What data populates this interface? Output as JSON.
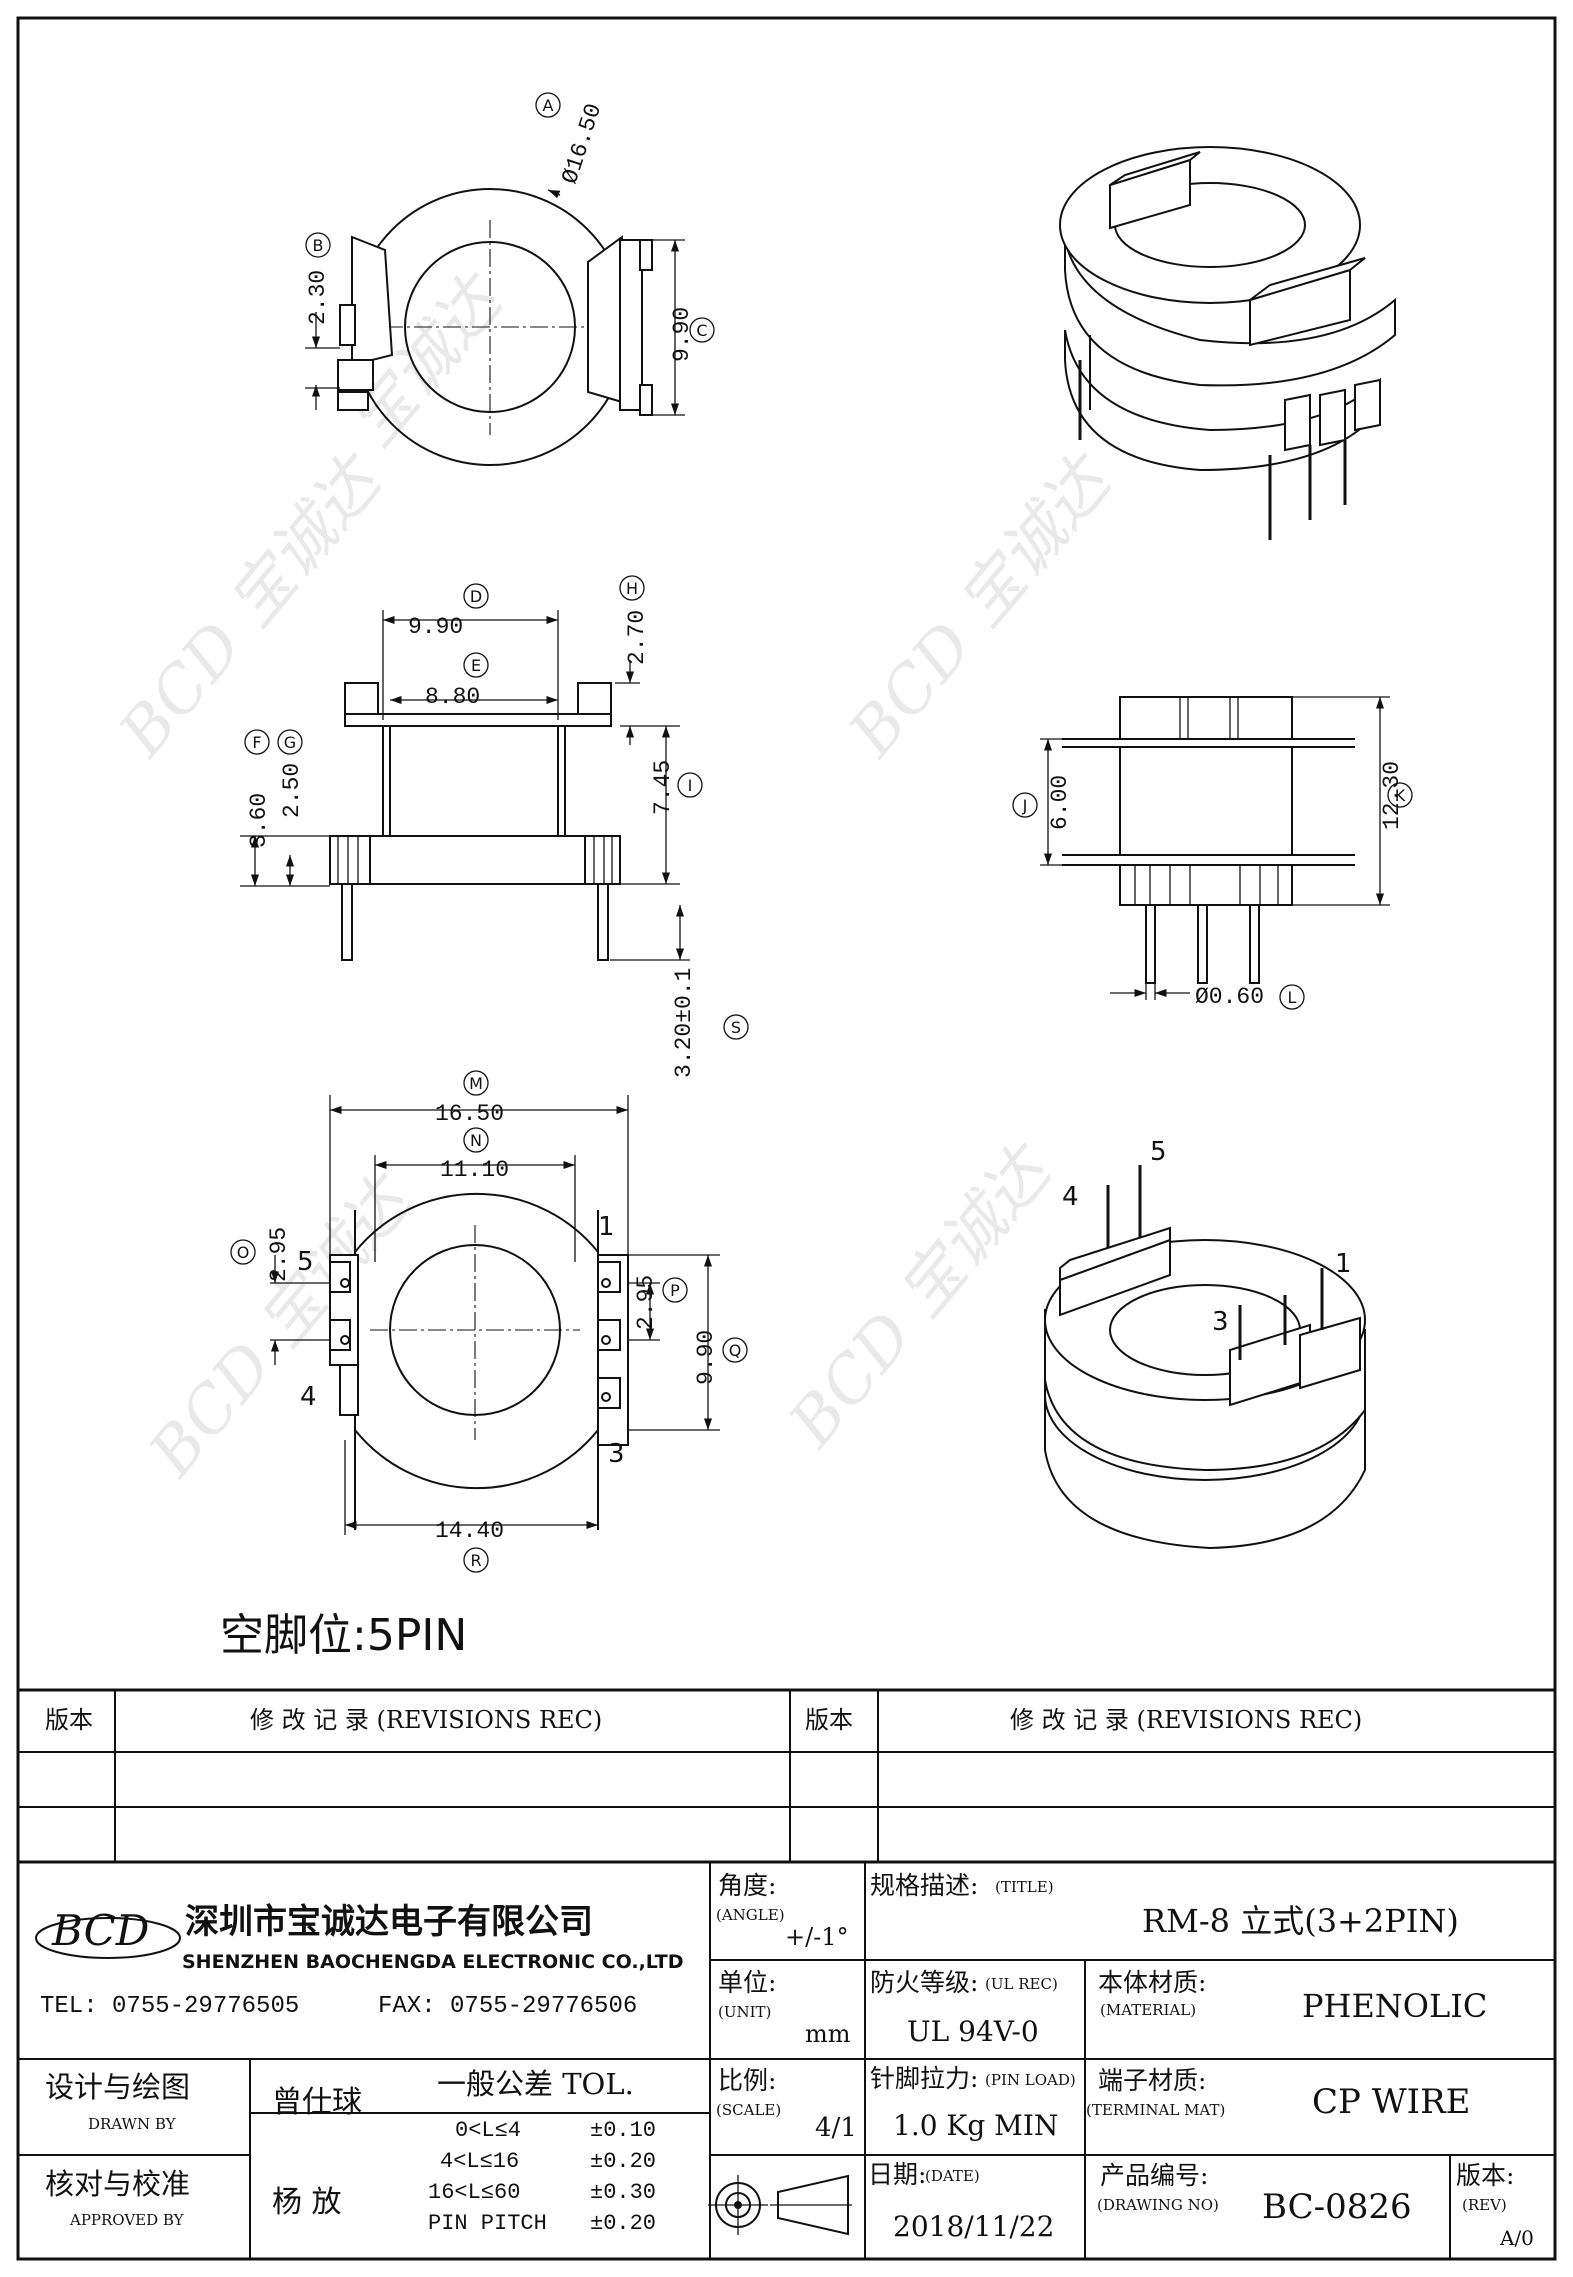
{
  "drawing": {
    "top_view": {
      "dim_a": "Ø16.50",
      "dim_b": "2.30",
      "dim_c": "9.90"
    },
    "front_view": {
      "dim_d": "9.90",
      "dim_e": "8.80",
      "dim_h": "2.70",
      "dim_f": "3.60",
      "dim_g": "2.50",
      "dim_i": "7.45",
      "dim_s": "3.20±0.1"
    },
    "side_view": {
      "dim_j": "6.00",
      "dim_k": "12.30",
      "dim_l": "Ø0.60"
    },
    "bottom_view": {
      "dim_m": "16.50",
      "dim_n": "11.10",
      "dim_o": "2.95",
      "dim_p": "2.95",
      "dim_q": "9.90",
      "dim_r": "14.40",
      "pins": [
        "1",
        "3",
        "4",
        "5"
      ]
    },
    "iso_pins": [
      "5",
      "4",
      "1",
      "3"
    ],
    "callouts": {
      "A": "A",
      "B": "B",
      "C": "C",
      "D": "D",
      "E": "E",
      "F": "F",
      "G": "G",
      "H": "H",
      "I": "I",
      "J": "J",
      "K": "K",
      "L": "L",
      "M": "M",
      "N": "N",
      "O": "O",
      "P": "P",
      "Q": "Q",
      "R": "R",
      "S": "S"
    },
    "note": "空脚位:5PIN"
  },
  "revisions": {
    "ver_header": "版本",
    "rec_header": "修 改 记 录 (REVISIONS REC)"
  },
  "company": {
    "logo": "BCD",
    "name_cn": "深圳市宝诚达电子有限公司",
    "name_en": "SHENZHEN BAOCHENGDA ELECTRONIC CO.,LTD",
    "tel": "TEL: 0755-29776505",
    "fax": "FAX: 0755-29776506"
  },
  "titleblock": {
    "angle_label": "角度:",
    "angle_en": "(ANGLE)",
    "angle_value": "+/-1°",
    "unit_label": "单位:",
    "unit_en": "(UNIT)",
    "unit_value": "mm",
    "scale_label": "比例:",
    "scale_en": "(SCALE)",
    "scale_value": "4/1",
    "title_label": "规格描述:",
    "title_en": "(TITLE)",
    "title_value": "RM-8 立式(3+2PIN)",
    "ul_label": "防火等级:",
    "ul_en": "(UL REC)",
    "ul_value": "UL 94V-0",
    "material_label": "本体材质:",
    "material_en": "(MATERIAL)",
    "material_value": "PHENOLIC",
    "pinload_label": "针脚拉力:",
    "pinload_en": "(PIN LOAD)",
    "pinload_value": "1.0 Kg MIN",
    "terminal_label": "端子材质:",
    "terminal_en": "(TERMINAL MAT)",
    "terminal_value": "CP WIRE",
    "date_label": "日期:",
    "date_en": "(DATE)",
    "date_value": "2018/11/22",
    "drawing_no_label": "产品编号:",
    "drawing_no_en": "(DRAWING NO)",
    "drawing_no_value": "BC-0826",
    "rev_label": "版本:",
    "rev_en": "(REV)",
    "rev_value": "A/0",
    "drawn_label": "设计与绘图",
    "drawn_en": "DRAWN BY",
    "drawn_name": "曾仕球",
    "approved_label": "核对与校准",
    "approved_en": "APPROVED BY",
    "approved_name": "杨 放",
    "tol_header": "一般公差 TOL.",
    "tol_rows": [
      {
        "range": "0<L≤4",
        "value": "±0.10"
      },
      {
        "range": "4<L≤16",
        "value": "±0.20"
      },
      {
        "range": "16<L≤60",
        "value": "±0.30"
      },
      {
        "range": "PIN PITCH",
        "value": "±0.20"
      }
    ]
  }
}
